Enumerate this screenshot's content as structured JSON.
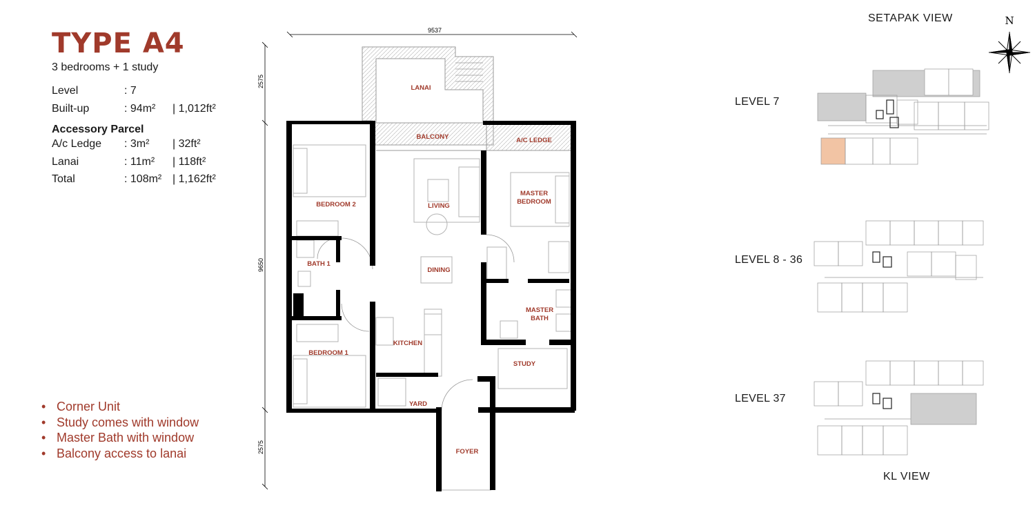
{
  "colors": {
    "accent": "#a03a2b",
    "wall": "#000000",
    "plan_line": "#b3b3b3",
    "highlight": "#f2c4a4",
    "shade": "#cfcfcf"
  },
  "header": {
    "title": "TYPE A4",
    "subtitle": "3 bedrooms + 1 study"
  },
  "specs": {
    "level": {
      "label": "Level",
      "value": ": 7"
    },
    "builtup": {
      "label": "Built-up",
      "value_m": ": 94m²",
      "value_ft": "| 1,012ft²"
    },
    "accessory_title": "Accessory Parcel",
    "ac_ledge": {
      "label": "A/c Ledge",
      "value_m": ": 3m²",
      "value_ft": "| 32ft²"
    },
    "lanai": {
      "label": "Lanai",
      "value_m": ": 11m²",
      "value_ft": "| 118ft²"
    },
    "total": {
      "label": "Total",
      "value_m": ": 108m²",
      "value_ft": "| 1,162ft²"
    }
  },
  "features": {
    "bullet": "•",
    "items": [
      "Corner Unit",
      "Study comes with window",
      "Master Bath with window",
      "Balcony access to lanai"
    ]
  },
  "floorplan": {
    "dim_width": "9537",
    "dim_top": "2575",
    "dim_height": "9650",
    "dim_bottom": "2575",
    "rooms": {
      "lanai": "LANAI",
      "balcony": "BALCONY",
      "ac_ledge": "A/C LEDGE",
      "bedroom2": "BEDROOM 2",
      "living": "LIVING",
      "master_line1": "MASTER",
      "master_line2": "BEDROOM",
      "bath1": "BATH 1",
      "dining": "DINING",
      "master_bath_line1": "MASTER",
      "master_bath_line2": "BATH",
      "kitchen": "KITCHEN",
      "study": "STUDY",
      "bedroom1": "BEDROOM 1",
      "yard": "YARD",
      "foyer": "FOYER"
    }
  },
  "key_plan": {
    "view_top": "SETAPAK VIEW",
    "view_bottom": "KL VIEW",
    "north": "N",
    "levels": [
      "LEVEL 7",
      "LEVEL 8 - 36",
      "LEVEL 37"
    ]
  }
}
